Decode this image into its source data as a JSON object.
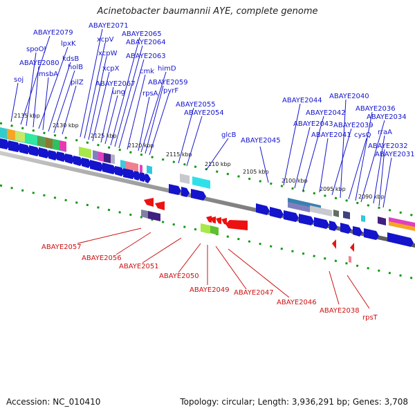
{
  "title": "Acinetobacter baumannii AYE, complete genome",
  "footer": {
    "accession": "Accession: NC_010410",
    "summary": "Topology: circular; Length: 3,936,291 bp; Genes: 3,708"
  },
  "colors": {
    "forward_strand": "#1414cc",
    "reverse_strand": "#cc1111",
    "tick": "#119911",
    "backbone": "#777777"
  },
  "kbp_ticks": [
    "2135 kbp",
    "2130 kbp",
    "2125 kbp",
    "2120 kbp",
    "2115 kbp",
    "2110 kbp",
    "2105 kbp",
    "2100 kbp",
    "2095 kbp",
    "2090 kbp"
  ],
  "forward_genes": [
    "ABAYE2079",
    "spoOJ",
    "lpxK",
    "ABAYE2080",
    "kdsB",
    "holB",
    "msbA",
    "soj",
    "pilZ",
    "ABAYE2071",
    "xcpV",
    "xcpW",
    "xcpX",
    "ABAYE2067",
    "ung",
    "ABAYE2065",
    "ABAYE2064",
    "ABAYE2063",
    "cmk",
    "himD",
    "ABAYE2059",
    "rpsA",
    "pyrF",
    "ABAYE2055",
    "ABAYE2054",
    "glcB",
    "ABAYE2045",
    "ABAYE2044",
    "ABAYE2040",
    "ABAYE2042",
    "ABAYE2043",
    "ABAYE2039",
    "ABAYE2041",
    "ABAYE2036",
    "cysQ",
    "ABAYE2034",
    "rraA",
    "ABAYE2032",
    "ABAYE2031"
  ],
  "reverse_genes": [
    "ABAYE2057",
    "ABAYE2056",
    "ABAYE2051",
    "ABAYE2050",
    "ABAYE2049",
    "ABAYE2047",
    "ABAYE2046",
    "ABAYE2038",
    "rpsT"
  ]
}
